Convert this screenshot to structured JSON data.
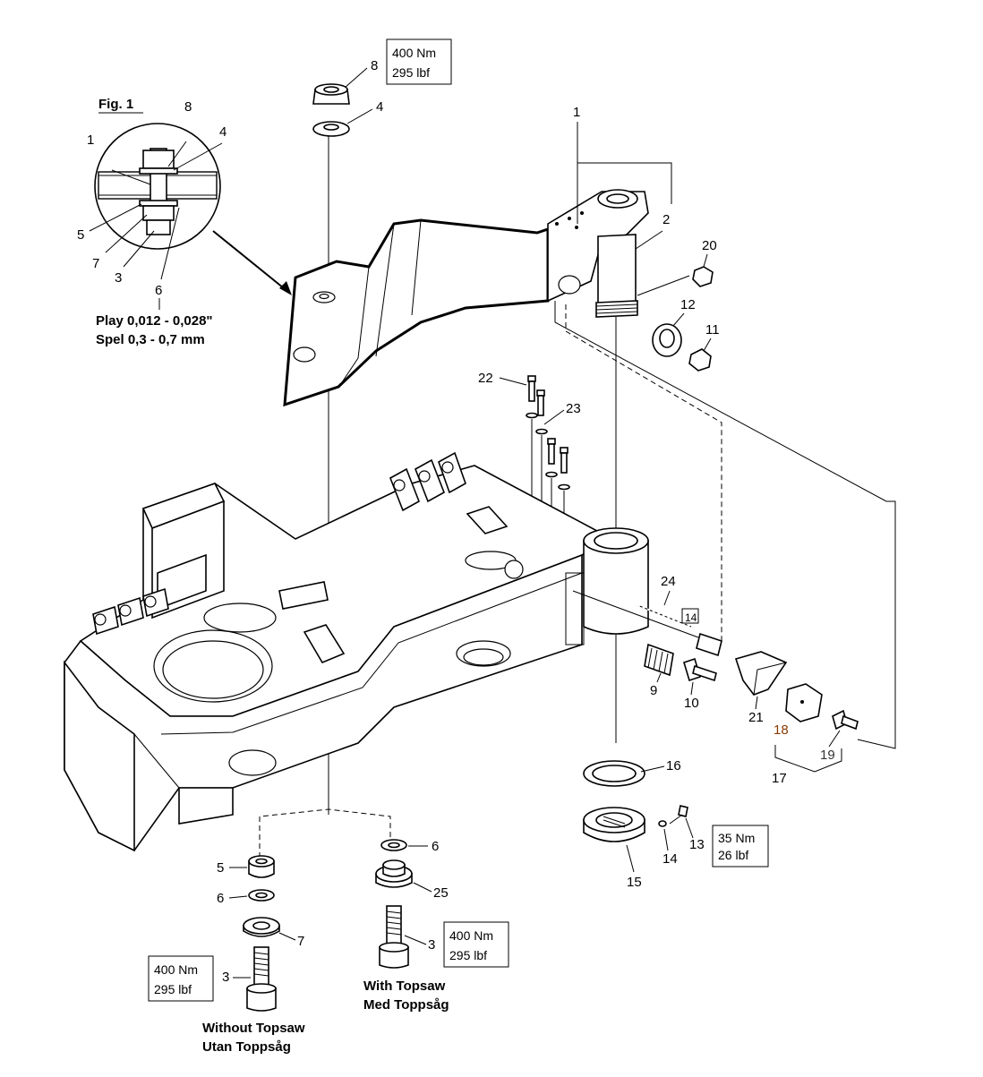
{
  "figure": {
    "fig_label": "Fig. 1",
    "play_line1": "Play 0,012 - 0,028\"",
    "play_line2": "Spel 0,3 - 0,7 mm"
  },
  "torques": {
    "top_nut": [
      "400 Nm",
      "295 lbf"
    ],
    "without_topsaw": [
      "400 Nm",
      "295 lbf"
    ],
    "with_topsaw": [
      "400 Nm",
      "295 lbf"
    ],
    "screw_13": [
      "35 Nm",
      "26 lbf"
    ]
  },
  "captions": {
    "without_topsaw": [
      "Without Topsaw",
      "Utan Toppsåg"
    ],
    "with_topsaw": [
      "With Topsaw",
      "Med Toppsåg"
    ]
  },
  "callouts": {
    "detail_1": "1",
    "detail_8": "8",
    "detail_4": "4",
    "detail_5": "5",
    "detail_7": "7",
    "detail_3": "3",
    "detail_6": "6",
    "top_8": "8",
    "top_4": "4",
    "main_1": "1",
    "main_2": "2",
    "main_20": "20",
    "main_12": "12",
    "main_11": "11",
    "main_22": "22",
    "main_23": "23",
    "main_24": "24",
    "main_14_box": "14",
    "main_9": "9",
    "main_10": "10",
    "main_21": "21",
    "main_18": "18",
    "main_19": "19",
    "main_17": "17",
    "main_16": "16",
    "main_13": "13",
    "main_14": "14",
    "main_15": "15",
    "left_5": "5",
    "left_6": "6",
    "left_7": "7",
    "left_3": "3",
    "right_6": "6",
    "right_25": "25",
    "right_3": "3"
  }
}
